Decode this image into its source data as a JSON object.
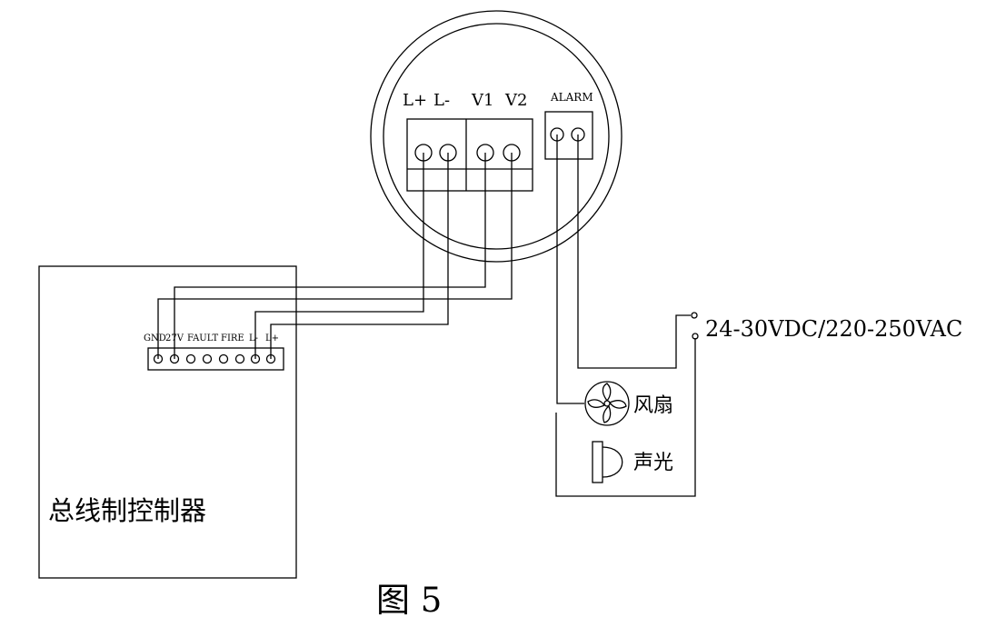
{
  "detector": {
    "terminal_labels": [
      "L+",
      "L-",
      "V1",
      "V2"
    ],
    "alarm_label": "ALARM"
  },
  "controller": {
    "title": "总线制控制器",
    "terminal_labels": [
      "GND",
      "27V",
      "FAULT",
      "FIRE",
      "L-",
      "L+"
    ]
  },
  "power": {
    "label": "24-30VDC/220-250VAC"
  },
  "devices": {
    "fan_label": "风扇",
    "sounder_label": "声光"
  },
  "figure": {
    "caption": "图 5"
  },
  "colors": {
    "line": "#000000",
    "background": "#ffffff"
  }
}
